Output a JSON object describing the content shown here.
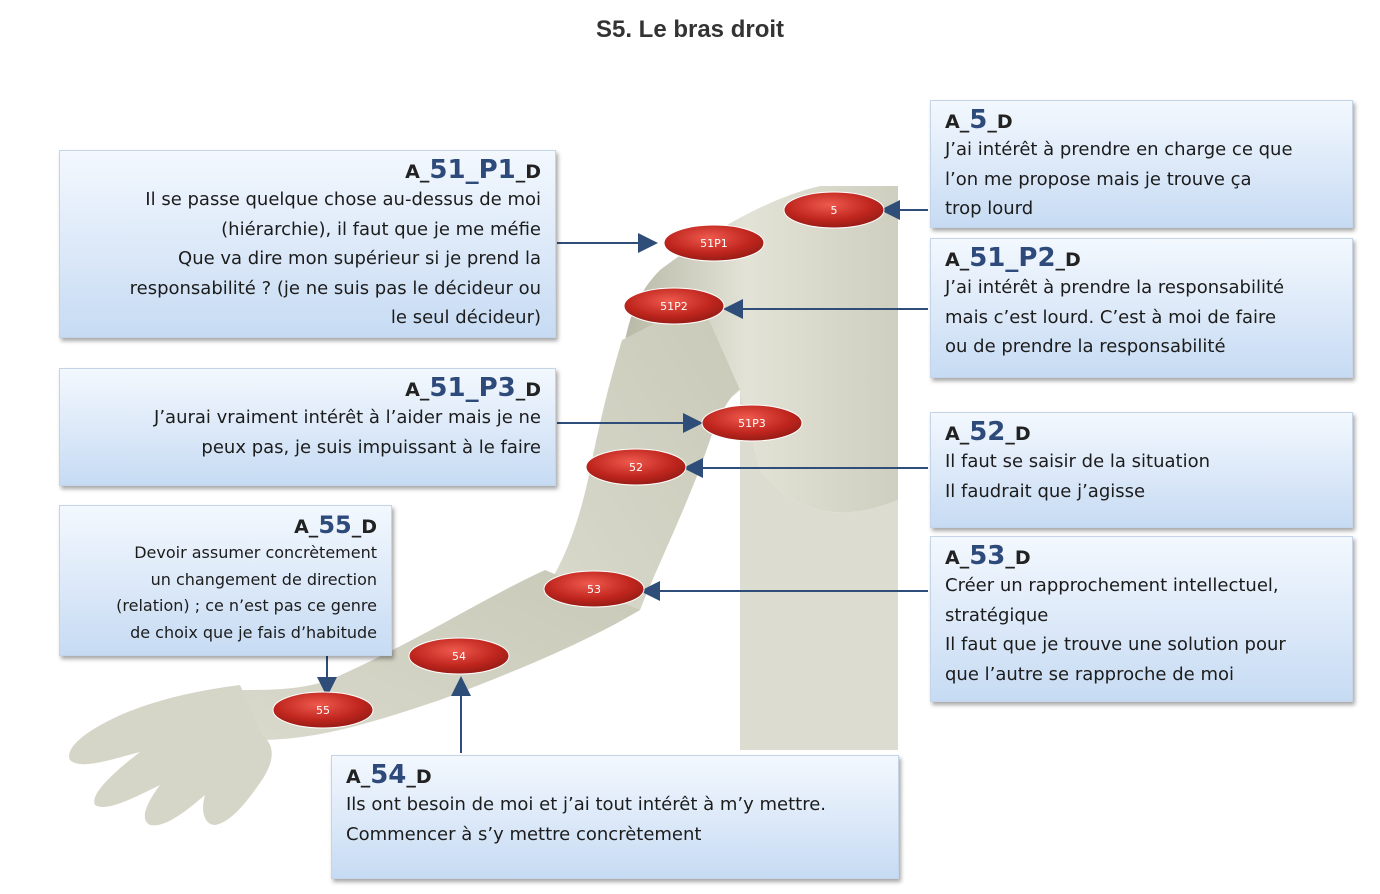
{
  "title": "S5. Le bras droit",
  "boxes": {
    "a51p1": {
      "pre": "A_",
      "num": "51_P1",
      "suf": "_D",
      "lines": [
        "Il se passe quelque chose au-dessus de moi",
        "(hiérarchie), il faut que je me méfie",
        "Que va dire mon supérieur si je prend la",
        "responsabilité  ? (je ne suis pas le décideur ou",
        "le seul décideur)"
      ]
    },
    "a51p3": {
      "pre": "A_",
      "num": "51_P3",
      "suf": "_D",
      "lines": [
        "J’aurai vraiment intérêt à l’aider mais je ne",
        "peux pas, je suis impuissant à le faire"
      ]
    },
    "a55": {
      "pre": "A_",
      "num": "55",
      "suf": "_D",
      "lines": [
        "Devoir assumer concrètement",
        "un changement de direction",
        "(relation) ; ce n’est pas ce genre",
        "de choix que je fais d’habitude"
      ]
    },
    "a5": {
      "pre": "A_",
      "num": "5",
      "suf": "_D",
      "lines": [
        "J’ai intérêt à prendre en charge ce que",
        "l’on me propose mais je trouve ça",
        "trop lourd"
      ]
    },
    "a51p2": {
      "pre": "A_",
      "num": "51_P2",
      "suf": "_D",
      "lines": [
        "J’ai intérêt à prendre la responsabilité",
        "mais c’est lourd. C’est à moi de faire",
        "ou de prendre la responsabilité"
      ]
    },
    "a52": {
      "pre": "A_",
      "num": "52",
      "suf": "_D",
      "lines": [
        "Il faut se saisir de la situation",
        "Il faudrait que j’agisse"
      ]
    },
    "a53": {
      "pre": "A_",
      "num": "53",
      "suf": "_D",
      "lines": [
        "Créer un rapprochement intellectuel,",
        "stratégique",
        "Il faut que je trouve une solution pour",
        "que l’autre se rapproche de moi"
      ]
    },
    "a54": {
      "pre": "A_",
      "num": "54",
      "suf": "_D",
      "lines": [
        "Ils ont besoin de moi et j’ai tout intérêt à m’y mettre.",
        "Commencer à s’y mettre concrètement"
      ]
    }
  },
  "markers": {
    "m5": "5",
    "m51p1": "51P1",
    "m51p2": "51P2",
    "m51p3": "51P3",
    "m52": "52",
    "m53": "53",
    "m54": "54",
    "m55": "55"
  },
  "colors": {
    "marker": "#c0261e",
    "arrow": "#2e4d78",
    "box_top": "#f3f8fe",
    "box_bottom": "#c6dbf3"
  }
}
